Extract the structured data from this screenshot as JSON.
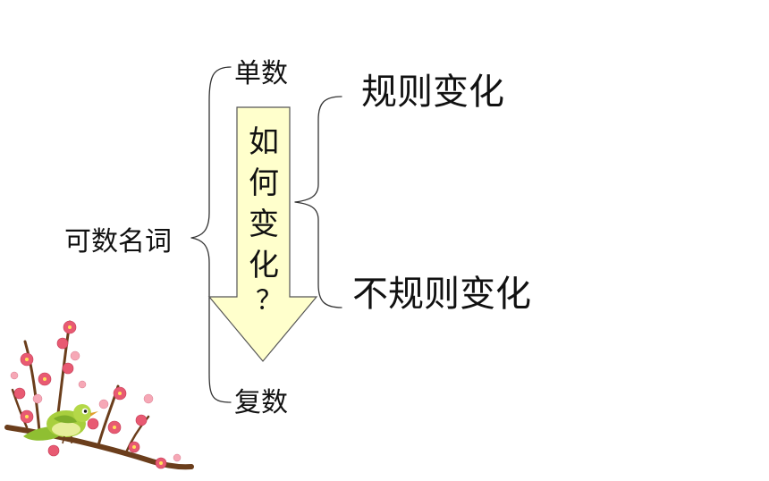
{
  "diagram": {
    "root": "可数名词",
    "singular": "单数",
    "plural": "复数",
    "arrow_text": [
      "如",
      "何",
      "变",
      "化",
      "？"
    ],
    "regular": "规则变化",
    "irregular": "不规则变化"
  },
  "colors": {
    "arrow_fill": "#ffffcc",
    "arrow_stroke": "#555555",
    "text": "#111111"
  },
  "icons": {
    "decoration": "plum-blossom-branch-with-bird"
  }
}
